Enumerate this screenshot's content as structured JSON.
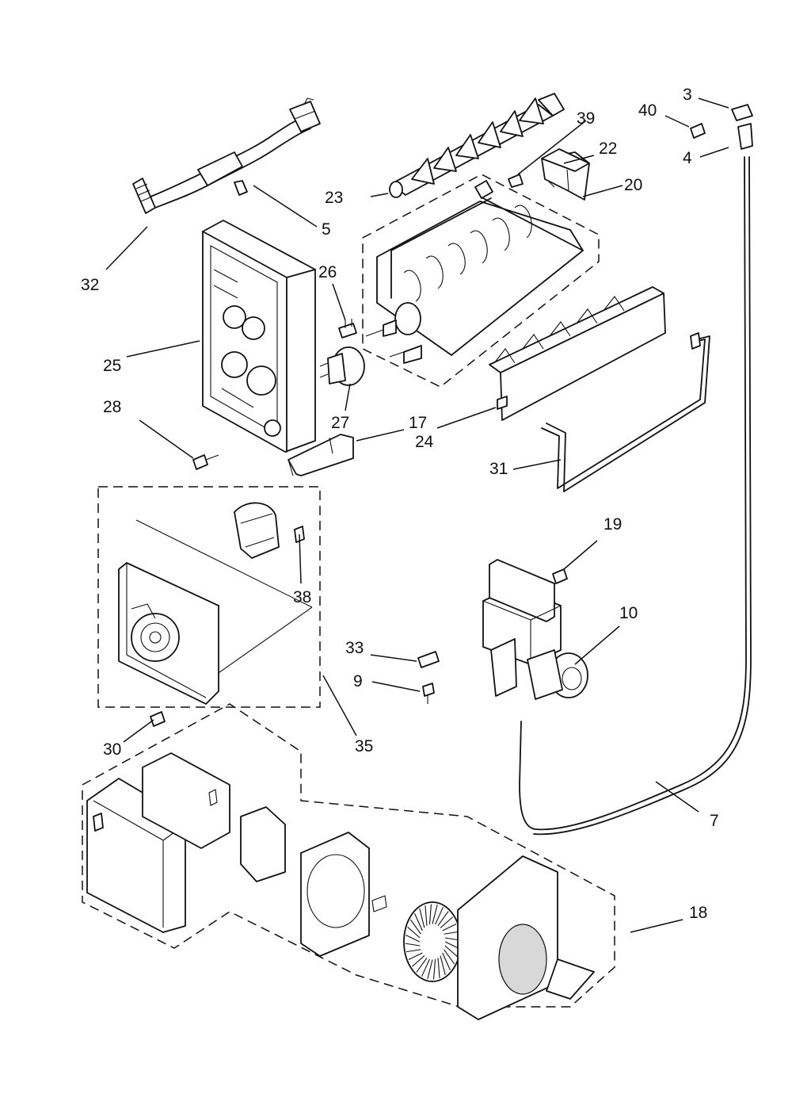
{
  "callouts": [
    {
      "id": "c3",
      "text": "3"
    },
    {
      "id": "c4",
      "text": "4"
    },
    {
      "id": "c5",
      "text": "5"
    },
    {
      "id": "c7",
      "text": "7"
    },
    {
      "id": "c9",
      "text": "9"
    },
    {
      "id": "c10",
      "text": "10"
    },
    {
      "id": "c17",
      "text": "17"
    },
    {
      "id": "c18",
      "text": "18"
    },
    {
      "id": "c19",
      "text": "19"
    },
    {
      "id": "c20",
      "text": "20"
    },
    {
      "id": "c22",
      "text": "22"
    },
    {
      "id": "c23",
      "text": "23"
    },
    {
      "id": "c24",
      "text": "24"
    },
    {
      "id": "c25",
      "text": "25"
    },
    {
      "id": "c26",
      "text": "26"
    },
    {
      "id": "c27",
      "text": "27"
    },
    {
      "id": "c28",
      "text": "28"
    },
    {
      "id": "c30",
      "text": "30"
    },
    {
      "id": "c31",
      "text": "31"
    },
    {
      "id": "c32",
      "text": "32"
    },
    {
      "id": "c33",
      "text": "33"
    },
    {
      "id": "c35",
      "text": "35"
    },
    {
      "id": "c38",
      "text": "38"
    },
    {
      "id": "c39",
      "text": "39"
    },
    {
      "id": "c40",
      "text": "40"
    }
  ]
}
